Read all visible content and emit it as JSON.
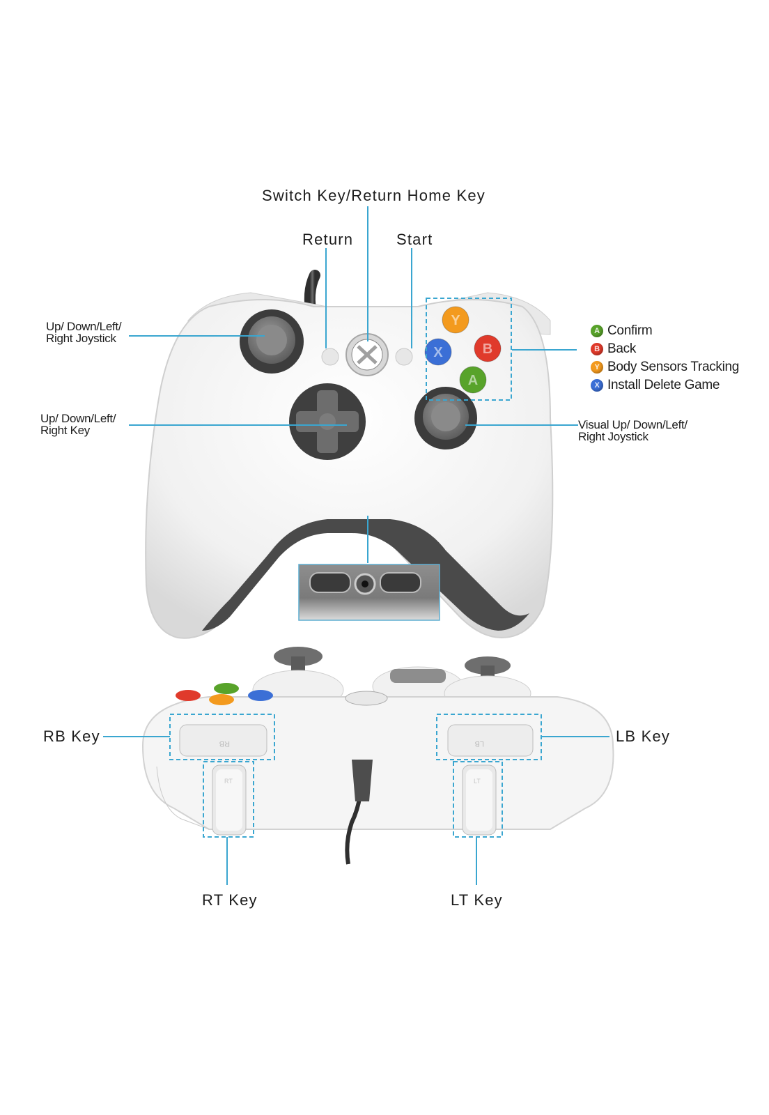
{
  "labels": {
    "switch_key": "Switch Key/Return Home Key",
    "return": "Return",
    "start": "Start",
    "left_joystick": "Up/ Down/Left/\nRight Joystick",
    "dpad": "Up/ Down/Left/\nRight Key",
    "right_joystick": "Visual Up/ Down/Left/\nRight Joystick",
    "rb_key": "RB Key",
    "lb_key": "LB Key",
    "rt_key": "RT Key",
    "lt_key": "LT Key"
  },
  "legend": [
    {
      "glyph": "A",
      "label": "Confirm",
      "color": "#58a32a",
      "icon": "a-button-icon"
    },
    {
      "glyph": "B",
      "label": "Back",
      "color": "#e03a2b",
      "icon": "b-button-icon"
    },
    {
      "glyph": "Y",
      "label": "Body Sensors Tracking",
      "color": "#f39a1e",
      "icon": "y-button-icon"
    },
    {
      "glyph": "X",
      "label": "Install Delete Game",
      "color": "#3b6fd6",
      "icon": "x-button-icon"
    }
  ],
  "face_buttons": [
    {
      "glyph": "Y",
      "color": "#f39a1e"
    },
    {
      "glyph": "X",
      "color": "#3b6fd6"
    },
    {
      "glyph": "B",
      "color": "#e03a2b"
    },
    {
      "glyph": "A",
      "color": "#58a32a"
    }
  ],
  "shoulder_marks": {
    "rb": "RB",
    "lb": "LB",
    "rt": "RT",
    "lt": "LT"
  },
  "colors": {
    "callout": "#3aa6d0",
    "controller_body": "#f4f4f4",
    "controller_dark": "#6f6f6f",
    "grip": "#4a4a4a"
  }
}
